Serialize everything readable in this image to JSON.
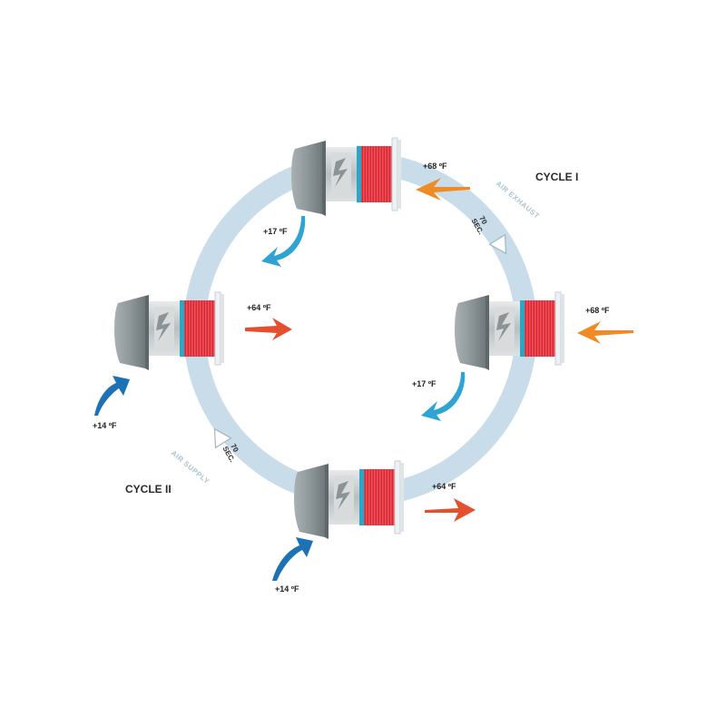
{
  "cycles": {
    "cycle_one": "CYCLE I",
    "cycle_two": "CYCLE II"
  },
  "flows": {
    "exhaust": "AIR EXHAUST",
    "supply": "AIR SUPPLY"
  },
  "timers": {
    "exhaust_value": "70",
    "exhaust_unit": "SEC.",
    "supply_value": "70",
    "supply_unit": "SEC."
  },
  "units": {
    "top": {
      "indoor_temp": "+68 ºF",
      "outdoor_temp": "+17 ºF"
    },
    "right": {
      "indoor_temp": "+68 ºF",
      "outdoor_temp": "+17 ºF"
    },
    "left": {
      "indoor_temp": "+64 ºF",
      "outdoor_temp": "+14 ºF"
    },
    "bottom": {
      "indoor_temp": "+64 ºF",
      "outdoor_temp": "+14 ºF"
    }
  },
  "colors": {
    "ring": "#c8dde9",
    "warm_arrow": "#f08a24",
    "hot_arrow": "#e4502e",
    "cool_arrow": "#2ea3d4",
    "cold_arrow": "#1c72b4",
    "hood": "#8d9699",
    "core_red": "#e32b35",
    "core_teal": "#27a8c6"
  },
  "icons": {
    "unit": "ventilation-unit-icon",
    "ring_arrow": "direction-triangle-icon"
  }
}
